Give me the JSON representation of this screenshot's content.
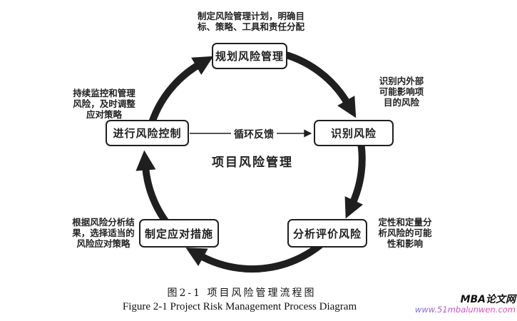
{
  "diagram": {
    "center_title": "项目风险管理",
    "feedback_label": "循环反馈",
    "arrow_color": "#1f1f1f",
    "nodes": {
      "plan": "规划风险管理",
      "identify": "识别风险",
      "analyze": "分析评价风险",
      "respond": "制定应对措施",
      "control": "进行风险控制"
    },
    "annotations": {
      "top": {
        "lines": [
          "制定风险管理计划，明确目",
          "标、策略、工具和责任分配"
        ]
      },
      "right": {
        "lines": [
          "识别内外部",
          "可能影响项",
          "目的风险"
        ]
      },
      "left": {
        "lines": [
          "持续监控和管理",
          "风险，及时调整",
          "应对策略"
        ]
      },
      "bottom_left": {
        "lines": [
          "根据风险分析结",
          "果，选择适当的",
          "风险应对策略"
        ]
      },
      "bottom_right": {
        "lines": [
          "定性和定量分",
          "析风险的可能",
          "性和影响"
        ]
      }
    }
  },
  "caption": {
    "zh": "图2-1 项目风险管理流程图",
    "en": "Figure 2-1 Project Risk Management Process Diagram"
  },
  "watermark": {
    "site": "MBA论文网",
    "url": "www.51mbalunwen.com"
  }
}
